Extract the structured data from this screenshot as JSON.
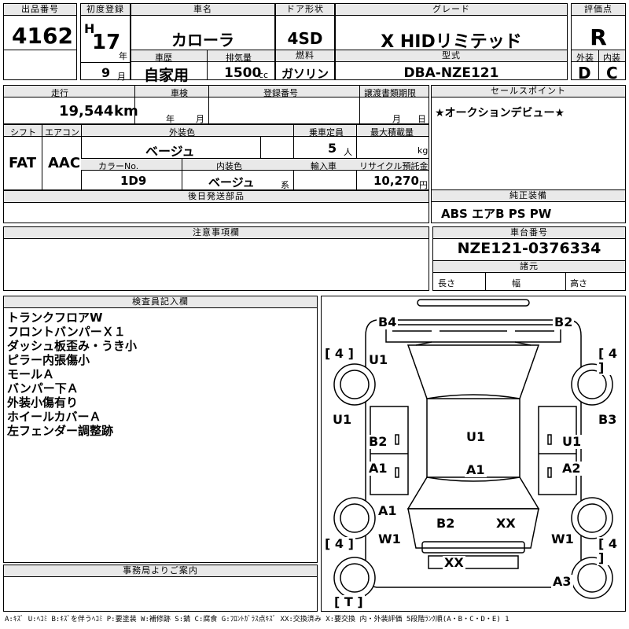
{
  "header": {
    "lot_no_label": "出品番号",
    "lot_no": "4162",
    "first_reg_label": "初度登録",
    "era": "H",
    "year": "17",
    "year_unit": "年",
    "month": "9",
    "month_unit": "月",
    "car_name_label": "車名",
    "car_name": "カローラ",
    "door_label": "ドア形状",
    "door": "4SD",
    "grade_label": "グレード",
    "grade": "X HIDリミテッド",
    "score_label": "評価点",
    "score": "R",
    "history_label": "車歴",
    "history": "自家用",
    "displacement_label": "排気量",
    "displacement": "1500",
    "displacement_unit": "cc",
    "fuel_label": "燃料",
    "fuel": "ガソリン",
    "model_label": "型式",
    "model": "DBA-NZE121",
    "ext_label": "外装",
    "ext": "D",
    "int_label": "内装",
    "int": "C"
  },
  "row2": {
    "mileage_label": "走行",
    "mileage": "19,544",
    "mileage_unit": "km",
    "inspection_label": "車検",
    "inspection_year": "年",
    "inspection_month": "月",
    "reg_no_label": "登録番号",
    "transfer_label": "譲渡書類期限",
    "transfer_month": "月",
    "transfer_day": "日",
    "sales_point_label": "セールスポイント",
    "sales_point": "★オークションデビュー★"
  },
  "row3": {
    "shift_label": "シフト",
    "shift": "FAT",
    "ac_label": "エアコン",
    "ac": "AAC",
    "ext_color_label": "外装色",
    "ext_color": "ベージュ",
    "capacity_label": "乗車定員",
    "capacity": "5",
    "capacity_unit": "人",
    "load_label": "最大積載量",
    "load_unit": "kg",
    "color_no_label": "カラーNo.",
    "color_no": "1D9",
    "int_color_label": "内装色",
    "int_color": "ベージュ",
    "int_color_unit": "系",
    "import_label": "輸入車",
    "recycle_label": "リサイクル預託金",
    "recycle": "10,270",
    "recycle_unit": "円"
  },
  "parts": {
    "label": "後日発送部品"
  },
  "equipment": {
    "label": "純正装備",
    "value": "ABS エアB PS PW"
  },
  "notes": {
    "label": "注意事項欄"
  },
  "chassis": {
    "label": "車台番号",
    "value": "NZE121-0376334",
    "spec_label": "諸元",
    "length": "長さ",
    "width": "幅",
    "height": "高さ"
  },
  "inspector": {
    "label": "検査員記入欄",
    "remarks": [
      "トランクフロアW",
      "フロントバンパーＸ１",
      "ダッシュ板歪み・うき小",
      "ピラー内張傷小",
      "モールＡ",
      "バンパー下Ａ",
      "外装小傷有り",
      "ホイールカバーＡ",
      "左フェンダー調整跡"
    ]
  },
  "office": {
    "label": "事務局よりご案内"
  },
  "diagram": {
    "B4": "B4",
    "B2_top": "B2",
    "U1_left_front": "U1",
    "U1_left_door": "U1",
    "B2_left": "B2",
    "A1_left": "A1",
    "A1_left_rear": "A1",
    "W1_left": "W1",
    "U1_roof": "U1",
    "A1_roof": "A1",
    "B2_trunk": "B2",
    "XX_trunk": "XX",
    "XX_bumper": "XX",
    "B3": "B3",
    "U1_right": "U1",
    "A2": "A2",
    "W1_right": "W1",
    "A3": "A3",
    "tire_fl": "4",
    "tire_fr": "4",
    "tire_rl": "4",
    "tire_rr": "4",
    "spare": "T"
  },
  "legend": "A:ｷｽﾞ U:ﾍｺﾐ B:ｷｽﾞを伴うﾍｺﾐ P:要塗装 W:補修跡 S:錆 C:腐食 G:ﾌﾛﾝﾄｶﾞﾗｽ点ｷｽﾞ XX:交換済み X:要交換 内・外装評価 5段階ﾗﾝｸ順(A・B・C・D・E) 1"
}
